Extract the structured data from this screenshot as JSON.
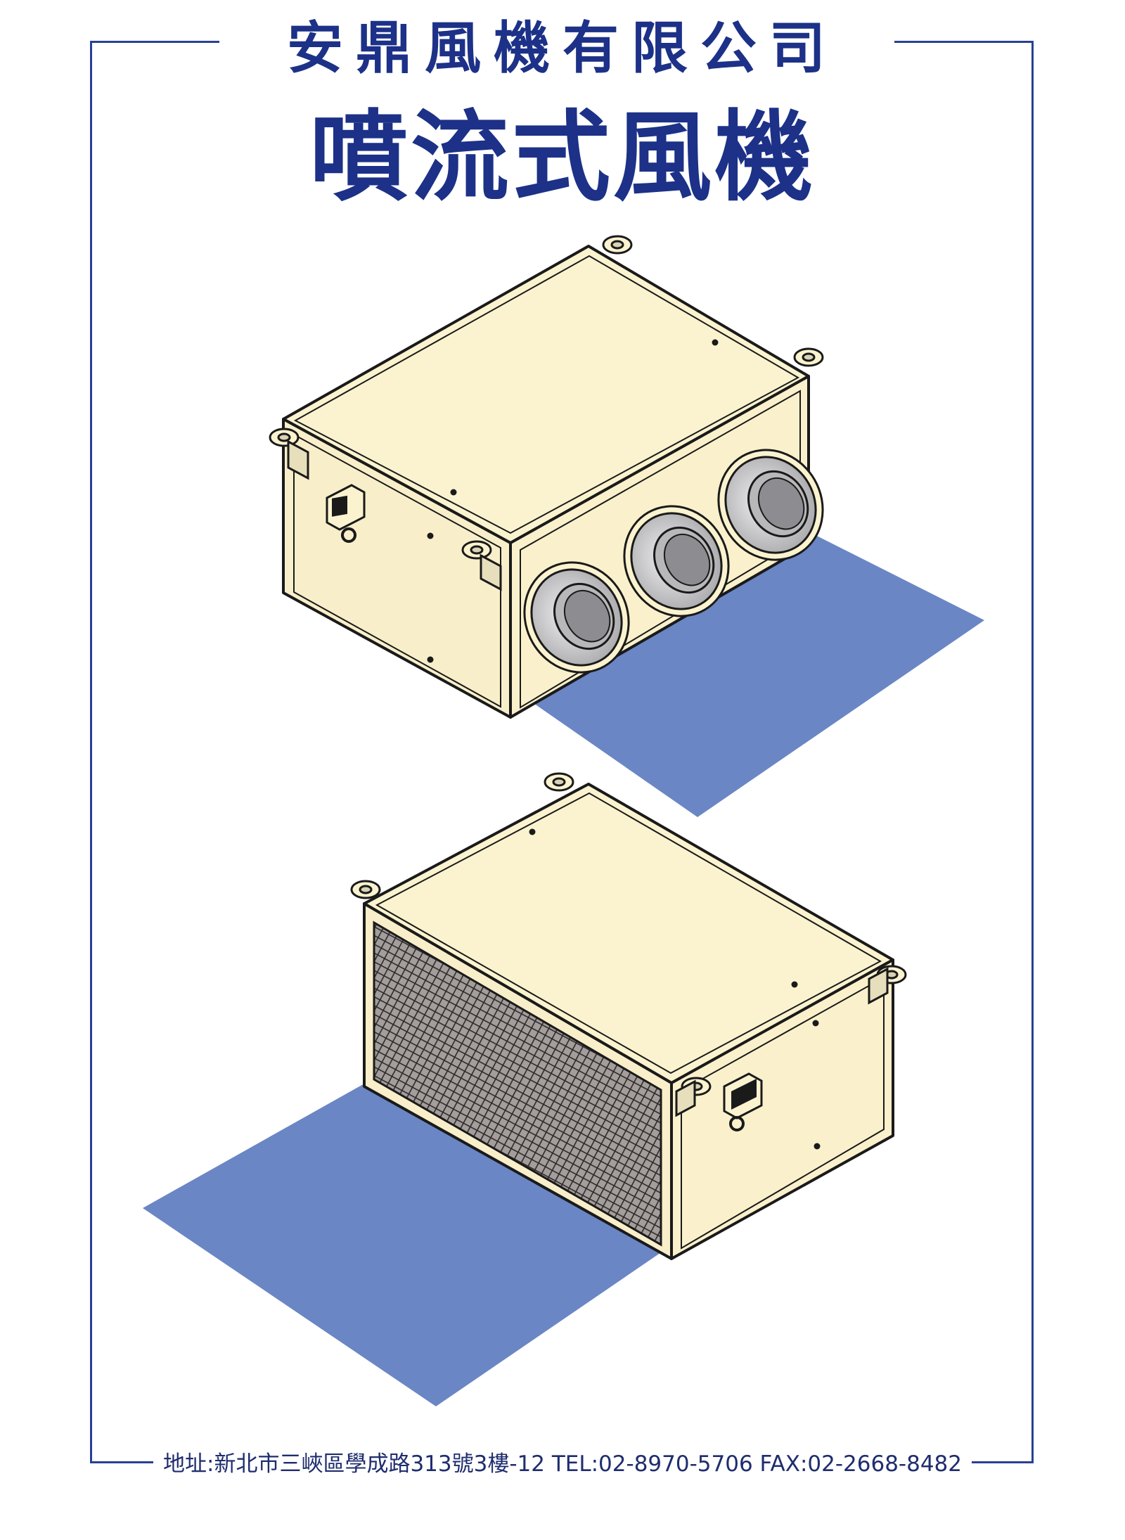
{
  "header": {
    "company_name": "安鼎風機有限公司",
    "product_name": "噴流式風機"
  },
  "footer": {
    "contact_line": "地址:新北市三峽區學成路313號3樓-12 TEL:02-8970-5706 FAX:02-2668-8482"
  },
  "colors": {
    "brand_blue": "#1c3187",
    "shadow_blue": "#6a86c4",
    "housing_cream": "#fbf3cf",
    "housing_side": "#f7eec8",
    "outline": "#1a1a1a",
    "grille": "#a09a98",
    "nozzle_gray": "#c9c9cb"
  },
  "illustrations": [
    {
      "label": "front-view-three-nozzle-fan",
      "icon": "nozzle-fan-icon"
    },
    {
      "label": "rear-view-grille-fan",
      "icon": "grille-fan-icon"
    }
  ]
}
